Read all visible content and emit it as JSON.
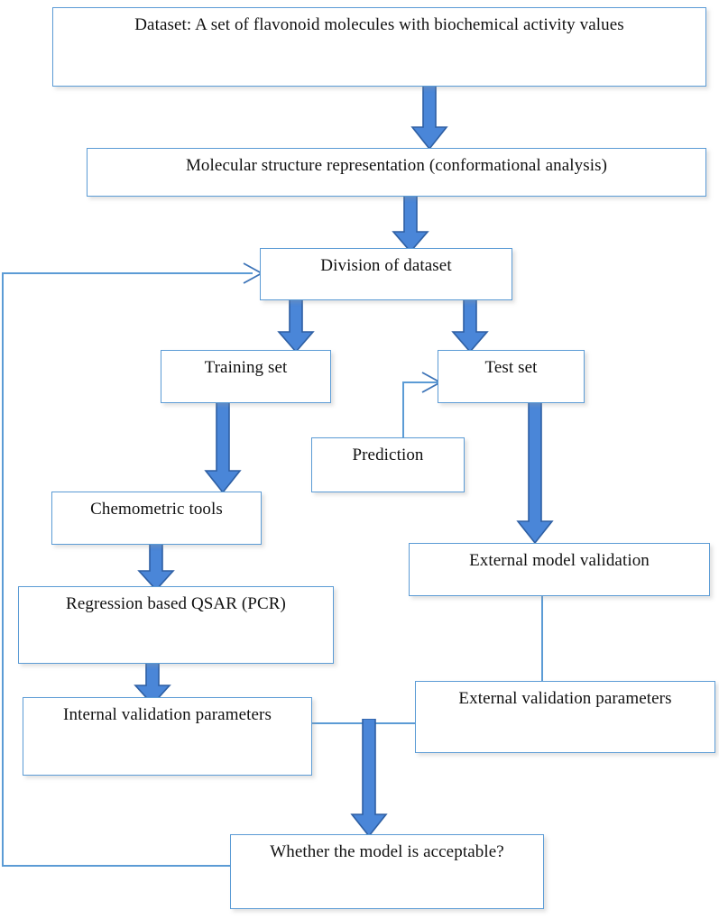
{
  "diagram": {
    "title": "QSAR modelling workflow flowchart",
    "type": "flowchart",
    "colors": {
      "box_border": "#5b9bd5",
      "arrow_fill": "#4a86d8",
      "arrow_stroke": "#2e5fa3",
      "connector": "#5b9bd5",
      "text": "#111111",
      "background": "#ffffff"
    },
    "nodes": [
      {
        "id": "dataset",
        "label": "Dataset: A set of flavonoid molecules with biochemical activity values"
      },
      {
        "id": "representation",
        "label": "Molecular structure representation (conformational analysis)"
      },
      {
        "id": "division",
        "label": "Division of dataset"
      },
      {
        "id": "training_set",
        "label": "Training set"
      },
      {
        "id": "test_set",
        "label": "Test set"
      },
      {
        "id": "prediction",
        "label": "Prediction"
      },
      {
        "id": "chemometric_tools",
        "label": "Chemometric tools"
      },
      {
        "id": "regression_qsar",
        "label": "Regression based QSAR (PCR)"
      },
      {
        "id": "internal_params",
        "label": "Internal validation parameters"
      },
      {
        "id": "external_model_val",
        "label": "External model validation"
      },
      {
        "id": "external_params",
        "label": "External validation parameters"
      },
      {
        "id": "decision",
        "label": "Whether the model is acceptable?"
      }
    ],
    "edges": [
      {
        "from": "dataset",
        "to": "representation",
        "style": "block-arrow-down"
      },
      {
        "from": "representation",
        "to": "division",
        "style": "block-arrow-down"
      },
      {
        "from": "division",
        "to": "training_set",
        "style": "block-arrow-down"
      },
      {
        "from": "division",
        "to": "test_set",
        "style": "block-arrow-down"
      },
      {
        "from": "training_set",
        "to": "chemometric_tools",
        "style": "block-arrow-down"
      },
      {
        "from": "chemometric_tools",
        "to": "regression_qsar",
        "style": "block-arrow-down"
      },
      {
        "from": "regression_qsar",
        "to": "internal_params",
        "style": "block-arrow-down"
      },
      {
        "from": "test_set",
        "to": "external_model_val",
        "style": "block-arrow-down"
      },
      {
        "from": "prediction",
        "to": "test_set",
        "style": "thin-elbow-arrow"
      },
      {
        "from": "external_model_val",
        "to": "external_params",
        "style": "thin-line"
      },
      {
        "from": "internal_params",
        "to": "external_params",
        "style": "thin-line"
      },
      {
        "from": "internal_params",
        "to": "decision",
        "style": "block-arrow-down"
      },
      {
        "from": "decision",
        "to": "division",
        "style": "thin-elbow-arrow-feedback"
      }
    ]
  }
}
